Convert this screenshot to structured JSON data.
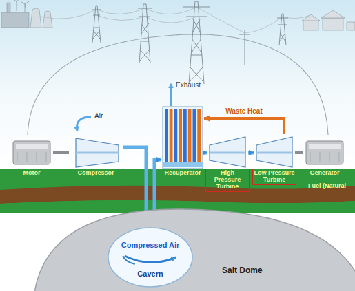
{
  "diagram": {
    "nodes": [
      {
        "text": [
          "Motor"
        ]
      },
      {
        "text": [
          "Compressor"
        ]
      },
      {
        "text": [
          "Recuperator"
        ]
      },
      {
        "text": [
          "High Pressure Turbine"
        ]
      },
      {
        "text": [
          "Low Pressure Turbine"
        ]
      },
      {
        "text": [
          "Generator"
        ]
      },
      {
        "text": [
          "Salt Dome"
        ]
      },
      {
        "text": [
          "Compressed Air",
          "Cavern"
        ],
        "in": 6
      }
    ],
    "edges": [
      {
        "from": 0,
        "to": 1,
        "arrow": "none"
      },
      {
        "from": 1,
        "to": 7,
        "arrow": "to"
      },
      {
        "from": 7,
        "to": 2,
        "arrow": "to"
      },
      {
        "from": 2,
        "to": 3,
        "arrow": "to"
      },
      {
        "from": 4,
        "to": 2,
        "label": "Waste Heat",
        "arrow": "to"
      },
      {
        "from": 3,
        "to": 4,
        "arrow": "to"
      },
      {
        "from": 4,
        "to": 5,
        "arrow": "none"
      }
    ],
    "labels": [
      "Air",
      "Exhaust",
      "Fuel (Natural"
    ]
  }
}
